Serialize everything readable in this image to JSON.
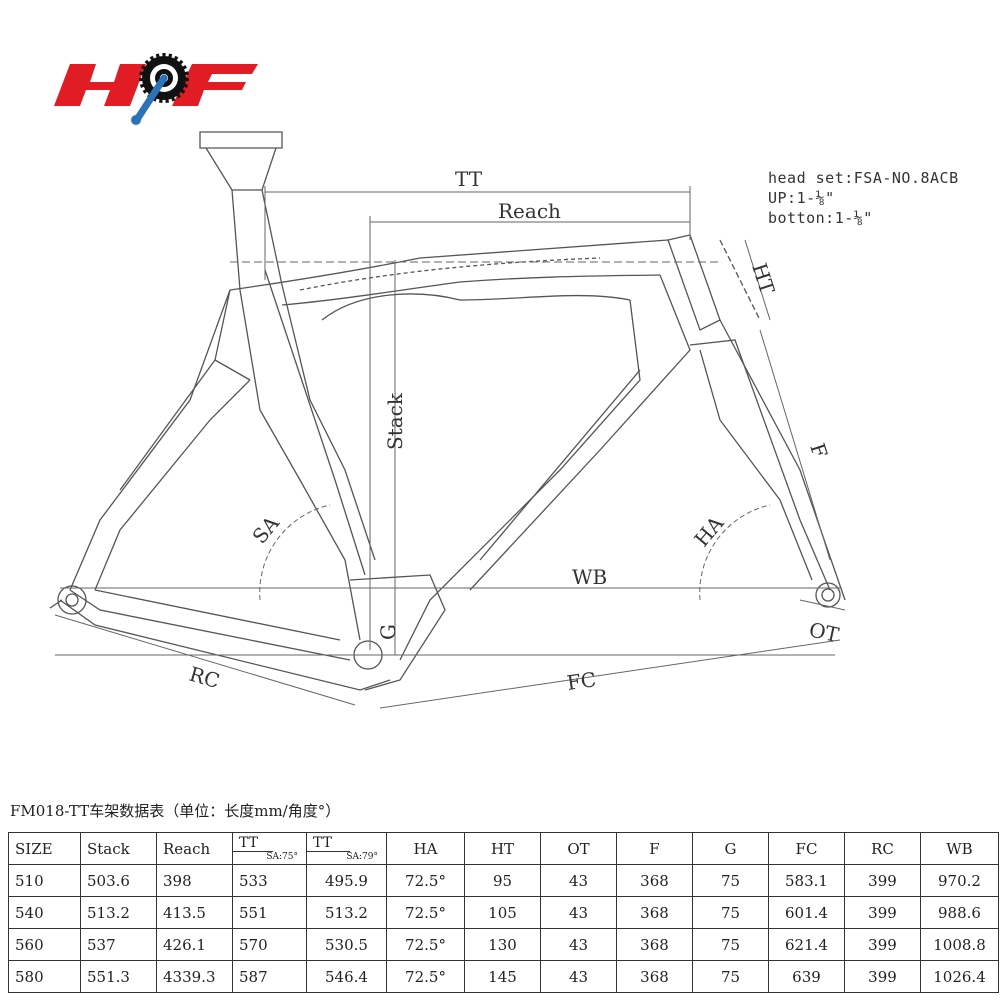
{
  "logo": {
    "text": "HF",
    "colors": {
      "red": "#e01c24",
      "blue": "#2a73b8",
      "black": "#111111"
    }
  },
  "diagram": {
    "labels": {
      "tt": "TT",
      "reach": "Reach",
      "stack": "Stack",
      "ht": "HT",
      "f": "F",
      "sa": "SA",
      "ha": "HA",
      "wb": "WB",
      "g": "G",
      "ot": "OT",
      "rc": "RC",
      "fc": "FC"
    }
  },
  "headset": {
    "line1": "head set:FSA-NO.8ACB",
    "line2": "UP:1-⅛\"",
    "line3": "botton:1-⅛\""
  },
  "table": {
    "title": "FM018-TT车架数据表（单位：长度mm/角度°）",
    "headers": [
      "SIZE",
      "Stack",
      "Reach",
      "TT",
      "TT",
      "HA",
      "HT",
      "OT",
      "F",
      "G",
      "FC",
      "RC",
      "WB"
    ],
    "tt_sub": [
      "SA:75°",
      "SA:79°"
    ],
    "rows": [
      [
        "510",
        "503.6",
        "398",
        "533",
        "495.9",
        "72.5°",
        "95",
        "43",
        "368",
        "75",
        "583.1",
        "399",
        "970.2"
      ],
      [
        "540",
        "513.2",
        "413.5",
        "551",
        "513.2",
        "72.5°",
        "105",
        "43",
        "368",
        "75",
        "601.4",
        "399",
        "988.6"
      ],
      [
        "560",
        "537",
        "426.1",
        "570",
        "530.5",
        "72.5°",
        "130",
        "43",
        "368",
        "75",
        "621.4",
        "399",
        "1008.8"
      ],
      [
        "580",
        "551.3",
        "4339.3",
        "587",
        "546.4",
        "72.5°",
        "145",
        "43",
        "368",
        "75",
        "639",
        "399",
        "1026.4"
      ]
    ]
  }
}
